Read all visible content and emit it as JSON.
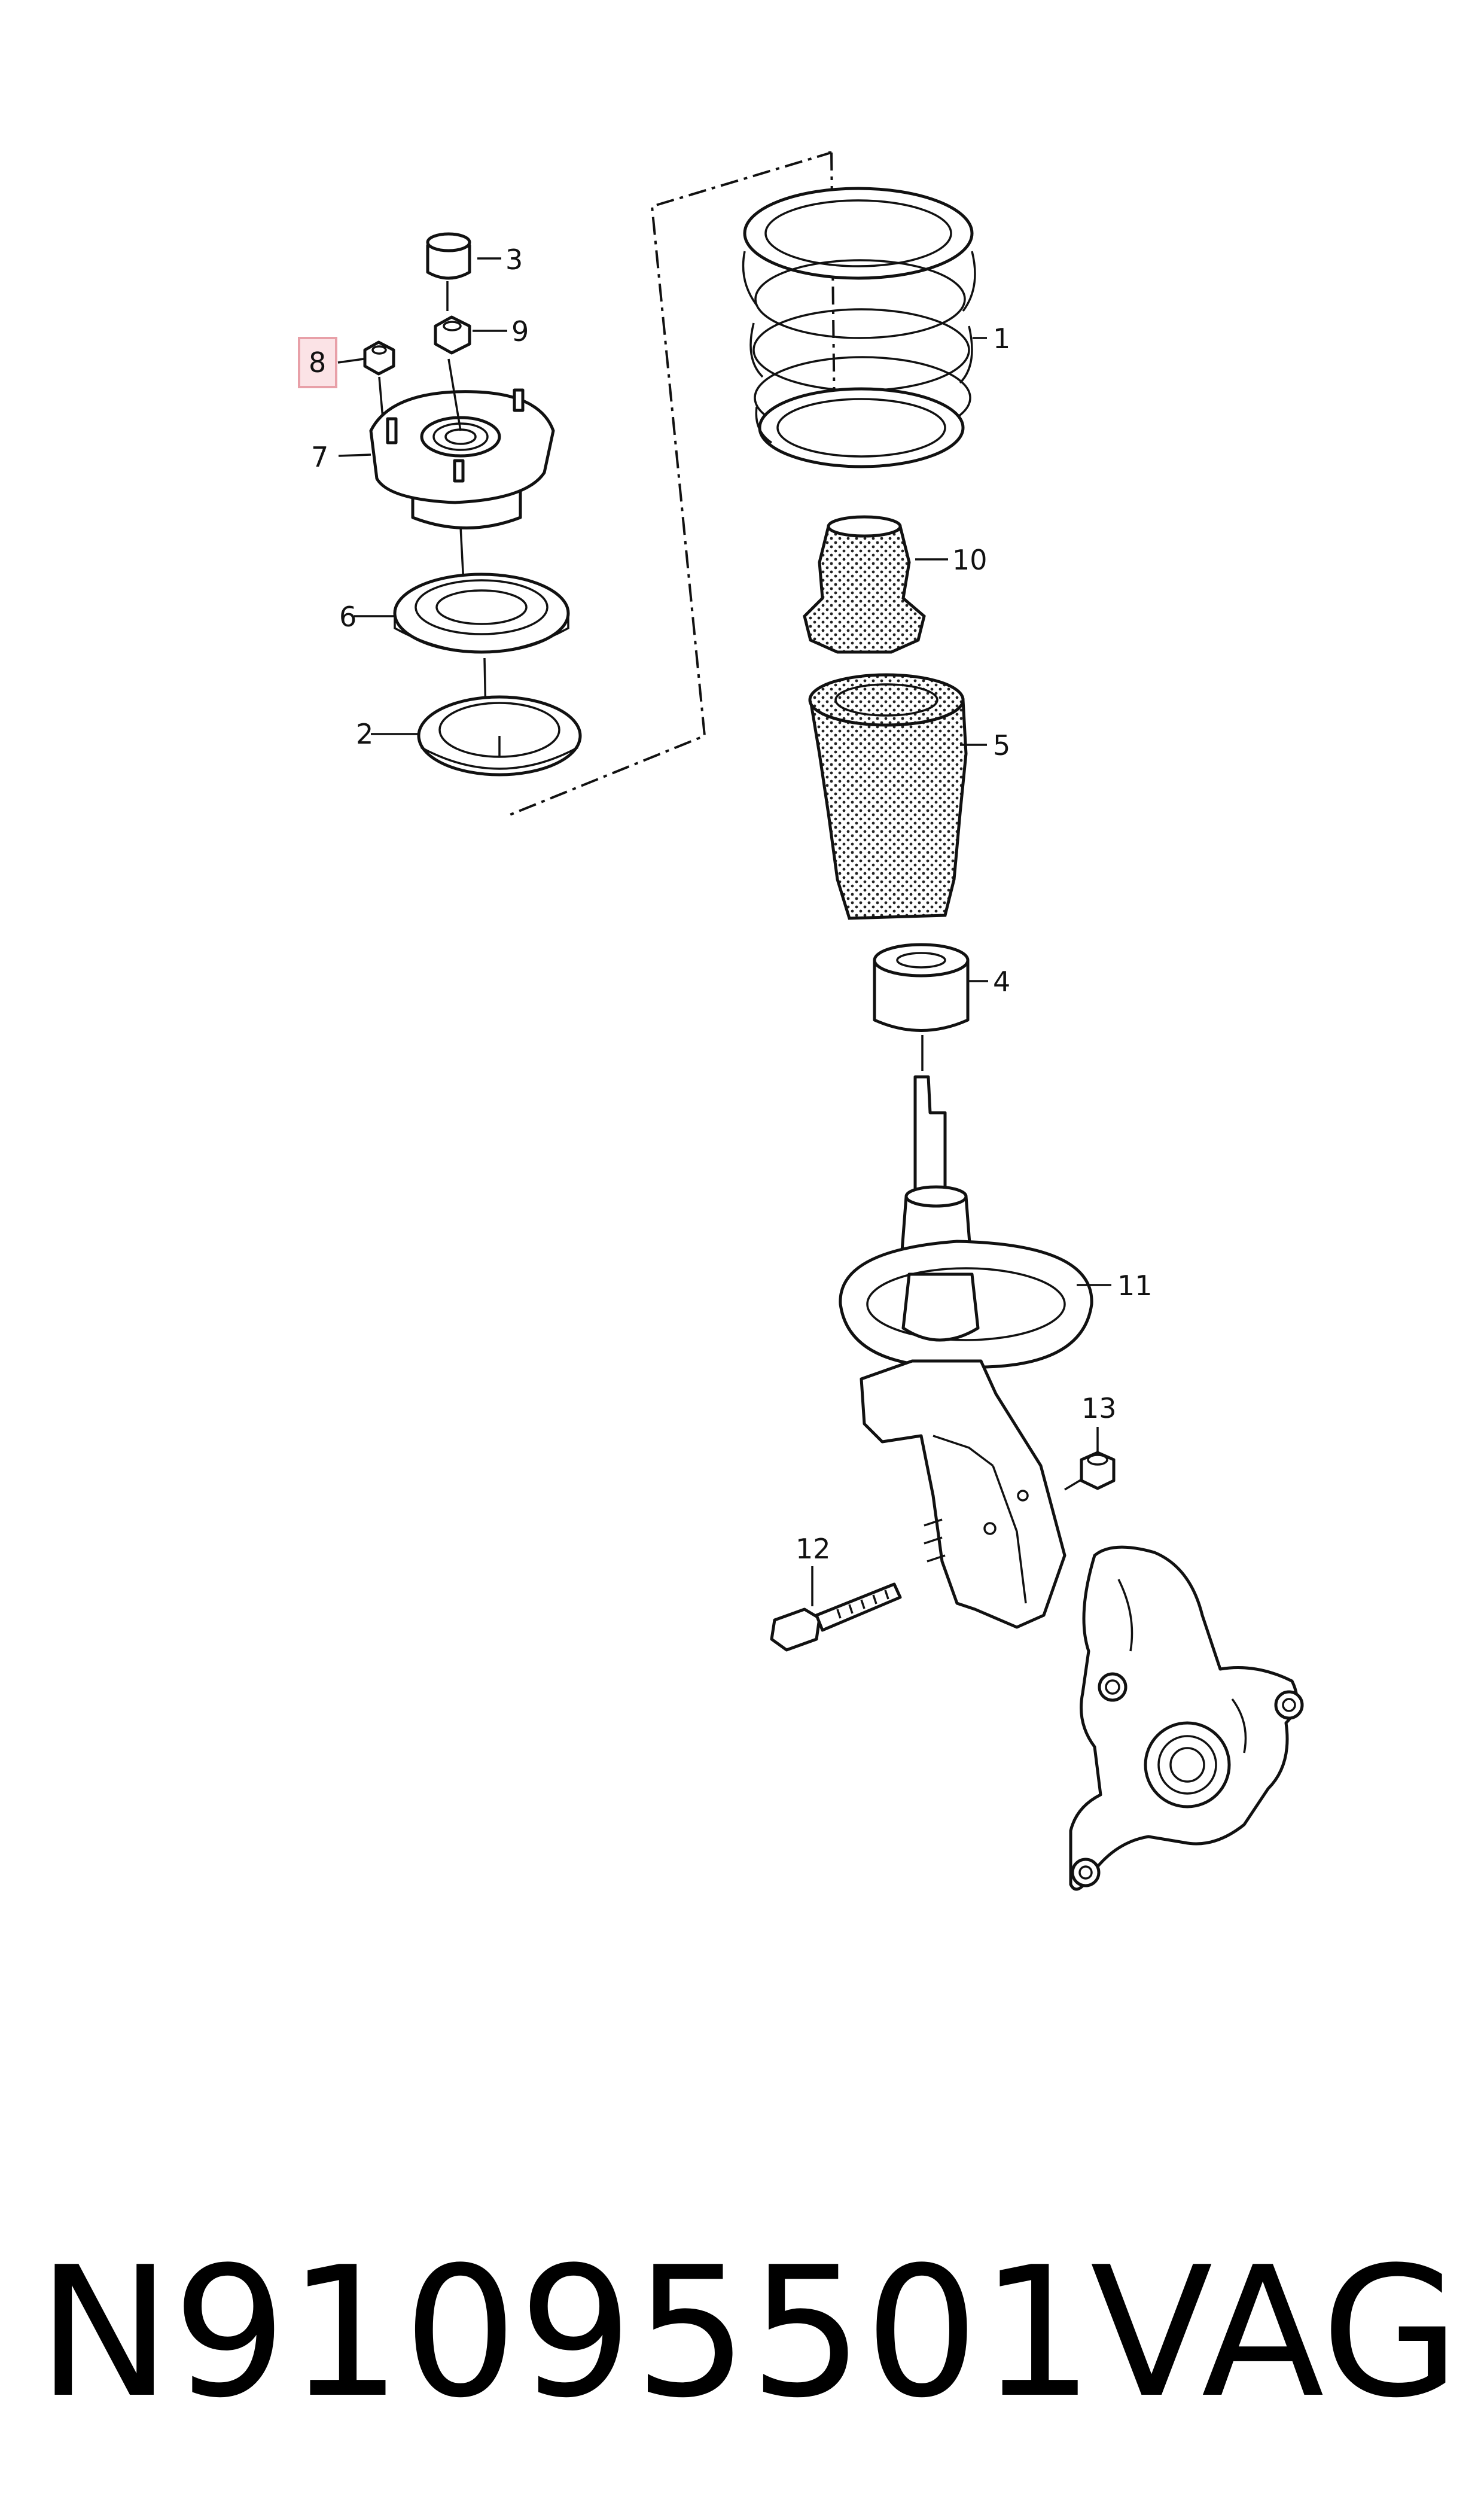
{
  "diagram": {
    "highlight_color": "#e8a0a8",
    "callouts": {
      "c1": "1",
      "c2": "2",
      "c3": "3",
      "c4": "4",
      "c5": "5",
      "c6": "6",
      "c7": "7",
      "c8": "8",
      "c9": "9",
      "c10": "10",
      "c11": "11",
      "c12": "12",
      "c13": "13"
    }
  },
  "footer": {
    "part_number": "N91095501",
    "brand": "VAG"
  }
}
